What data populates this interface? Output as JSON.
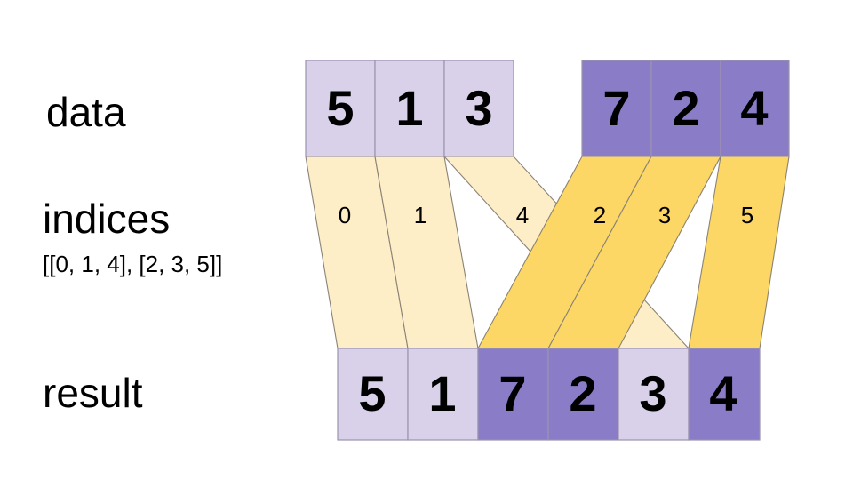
{
  "diagram": {
    "title_rows": {
      "data_label": "data",
      "indices_label": "indices",
      "indices_sublabel": "[[0, 1, 4], [2, 3, 5]]",
      "result_label": "result"
    },
    "colors": {
      "light_purple": "#d9d1ea",
      "dark_purple": "#8b7cc8",
      "light_yellow": "#fdeec8",
      "dark_yellow": "#fcd765",
      "cell_stroke": "#9b93ad",
      "ribbon_stroke": "#8a8375",
      "background": "#ffffff",
      "text": "#000000"
    },
    "data_row": {
      "name": "data",
      "groups": [
        {
          "group_name": "group-light",
          "shade": "light",
          "cells": [
            {
              "value": "5"
            },
            {
              "value": "1"
            },
            {
              "value": "3"
            }
          ]
        },
        {
          "group_name": "group-dark",
          "shade": "dark",
          "cells": [
            {
              "value": "7"
            },
            {
              "value": "2"
            },
            {
              "value": "4"
            }
          ]
        }
      ]
    },
    "indices_row": {
      "name": "indices",
      "values": [
        "0",
        "1",
        "4",
        "2",
        "3",
        "5"
      ],
      "ribbons": [
        {
          "ribbon_name": "ribbon-light",
          "shade": "light",
          "indices": [
            "0",
            "1",
            "4"
          ]
        },
        {
          "ribbon_name": "ribbon-dark",
          "shade": "dark",
          "indices": [
            "2",
            "3",
            "5"
          ]
        }
      ]
    },
    "result_row": {
      "name": "result",
      "cells": [
        {
          "value": "5",
          "shade": "light"
        },
        {
          "value": "1",
          "shade": "light"
        },
        {
          "value": "7",
          "shade": "dark"
        },
        {
          "value": "2",
          "shade": "dark"
        },
        {
          "value": "3",
          "shade": "light"
        },
        {
          "value": "4",
          "shade": "dark"
        }
      ]
    }
  }
}
